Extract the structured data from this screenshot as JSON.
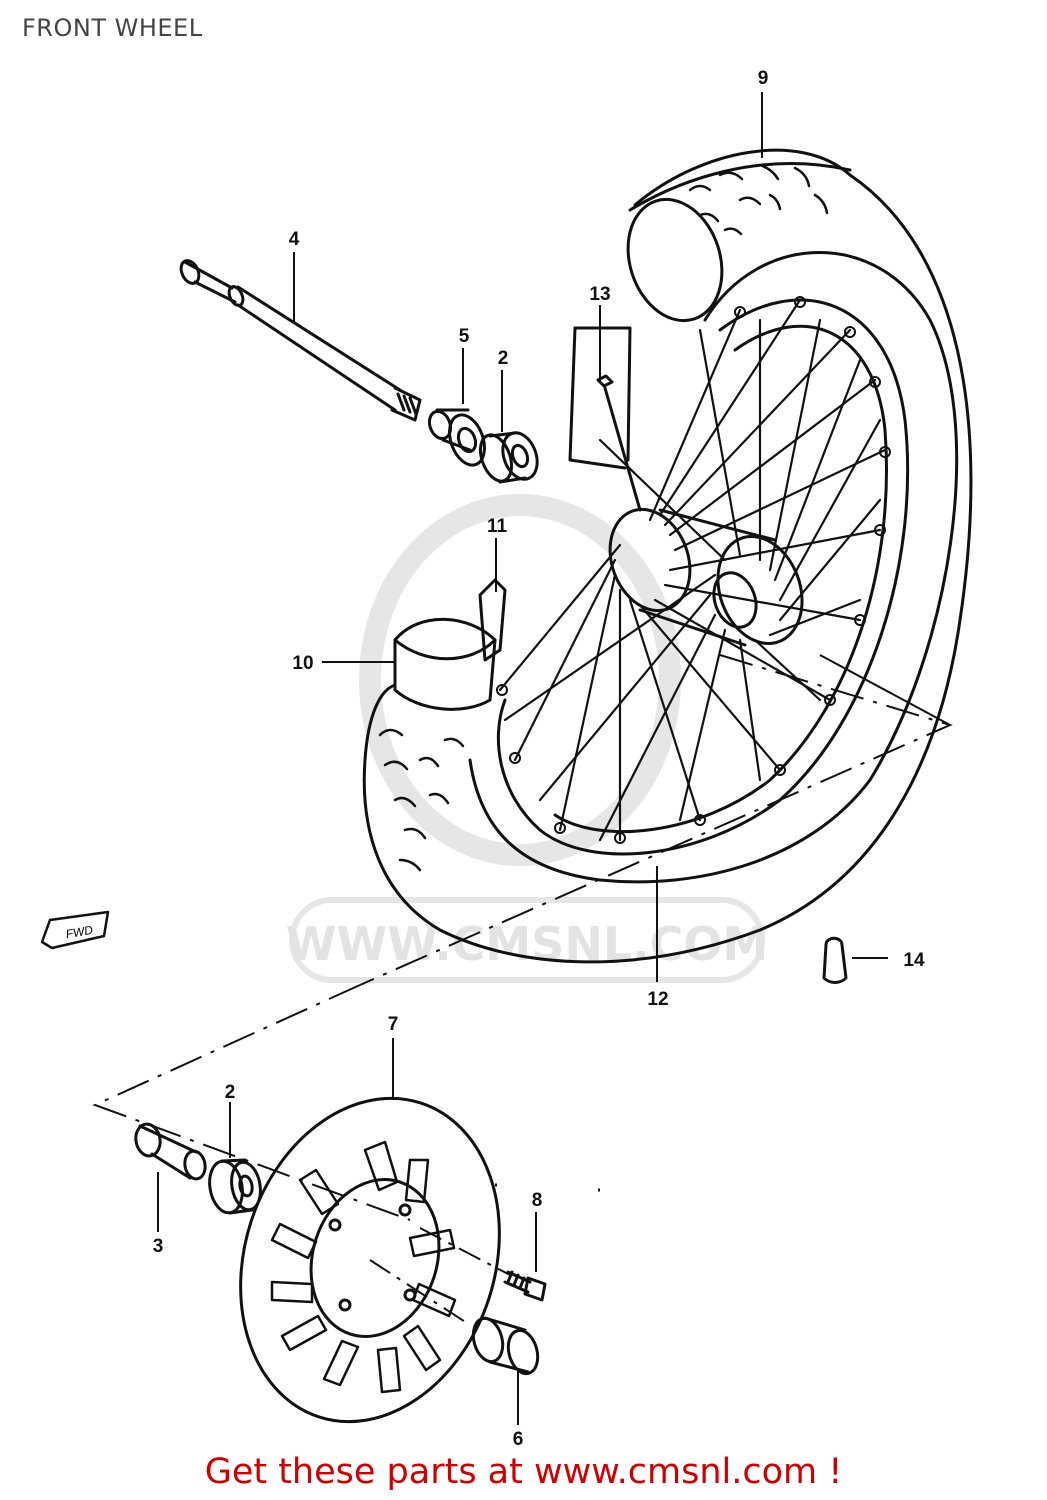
{
  "page": {
    "title": "FRONT WHEEL",
    "footer_link": "Get these parts at www.cmsnl.com !",
    "watermark": "WWW.CMSNL.COM",
    "fwd_mark": "FWD"
  },
  "colors": {
    "line": "#111111",
    "footer": "#d10000",
    "watermark": "#e3e3e3",
    "title": "#444444"
  },
  "callouts": {
    "c1": "9",
    "c2": "4",
    "c3": "13",
    "c4": "5",
    "c5": "2",
    "c6": "11",
    "c7": "10",
    "c8": "14",
    "c9": "12",
    "c10": "7",
    "c11": "2",
    "c12": "3",
    "c13": "8",
    "c14": "6"
  }
}
